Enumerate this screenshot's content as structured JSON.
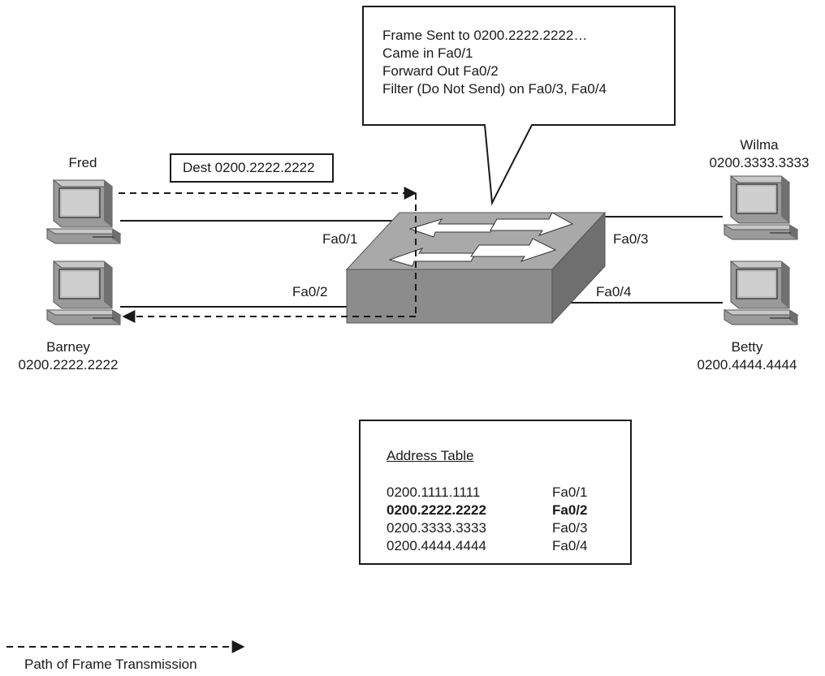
{
  "callout": {
    "lines": [
      "Frame Sent to 0200.2222.2222…",
      "Came in Fa0/1",
      "Forward Out Fa0/2",
      "Filter (Do Not Send) on Fa0/3, Fa0/4"
    ]
  },
  "dest_label": "Dest 0200.2222.2222",
  "hosts": {
    "fred": {
      "name": "Fred",
      "mac": ""
    },
    "barney": {
      "name": "Barney",
      "mac": "0200.2222.2222"
    },
    "wilma": {
      "name": "Wilma",
      "mac": "0200.3333.3333"
    },
    "betty": {
      "name": "Betty",
      "mac": "0200.4444.4444"
    }
  },
  "ports": {
    "fa01": "Fa0/1",
    "fa02": "Fa0/2",
    "fa03": "Fa0/3",
    "fa04": "Fa0/4"
  },
  "address_table": {
    "title": "Address Table",
    "rows": [
      {
        "address": "0200.1111.1111",
        "port": "Fa0/1",
        "highlight": false
      },
      {
        "address": "0200.2222.2222",
        "port": "Fa0/2",
        "highlight": true
      },
      {
        "address": "0200.3333.3333",
        "port": "Fa0/3",
        "highlight": false
      },
      {
        "address": "0200.4444.4444",
        "port": "Fa0/4",
        "highlight": false
      }
    ]
  },
  "legend": {
    "label": "Path of Frame Transmission"
  },
  "colors": {
    "switch_top": "#a9a9a9",
    "switch_front": "#8c8c8c",
    "switch_side": "#6f6f6f",
    "pc_light": "#bdbdbd",
    "pc_mid": "#9a9a9a",
    "pc_dark": "#6e6e6e",
    "line": "#1a1a1a"
  }
}
